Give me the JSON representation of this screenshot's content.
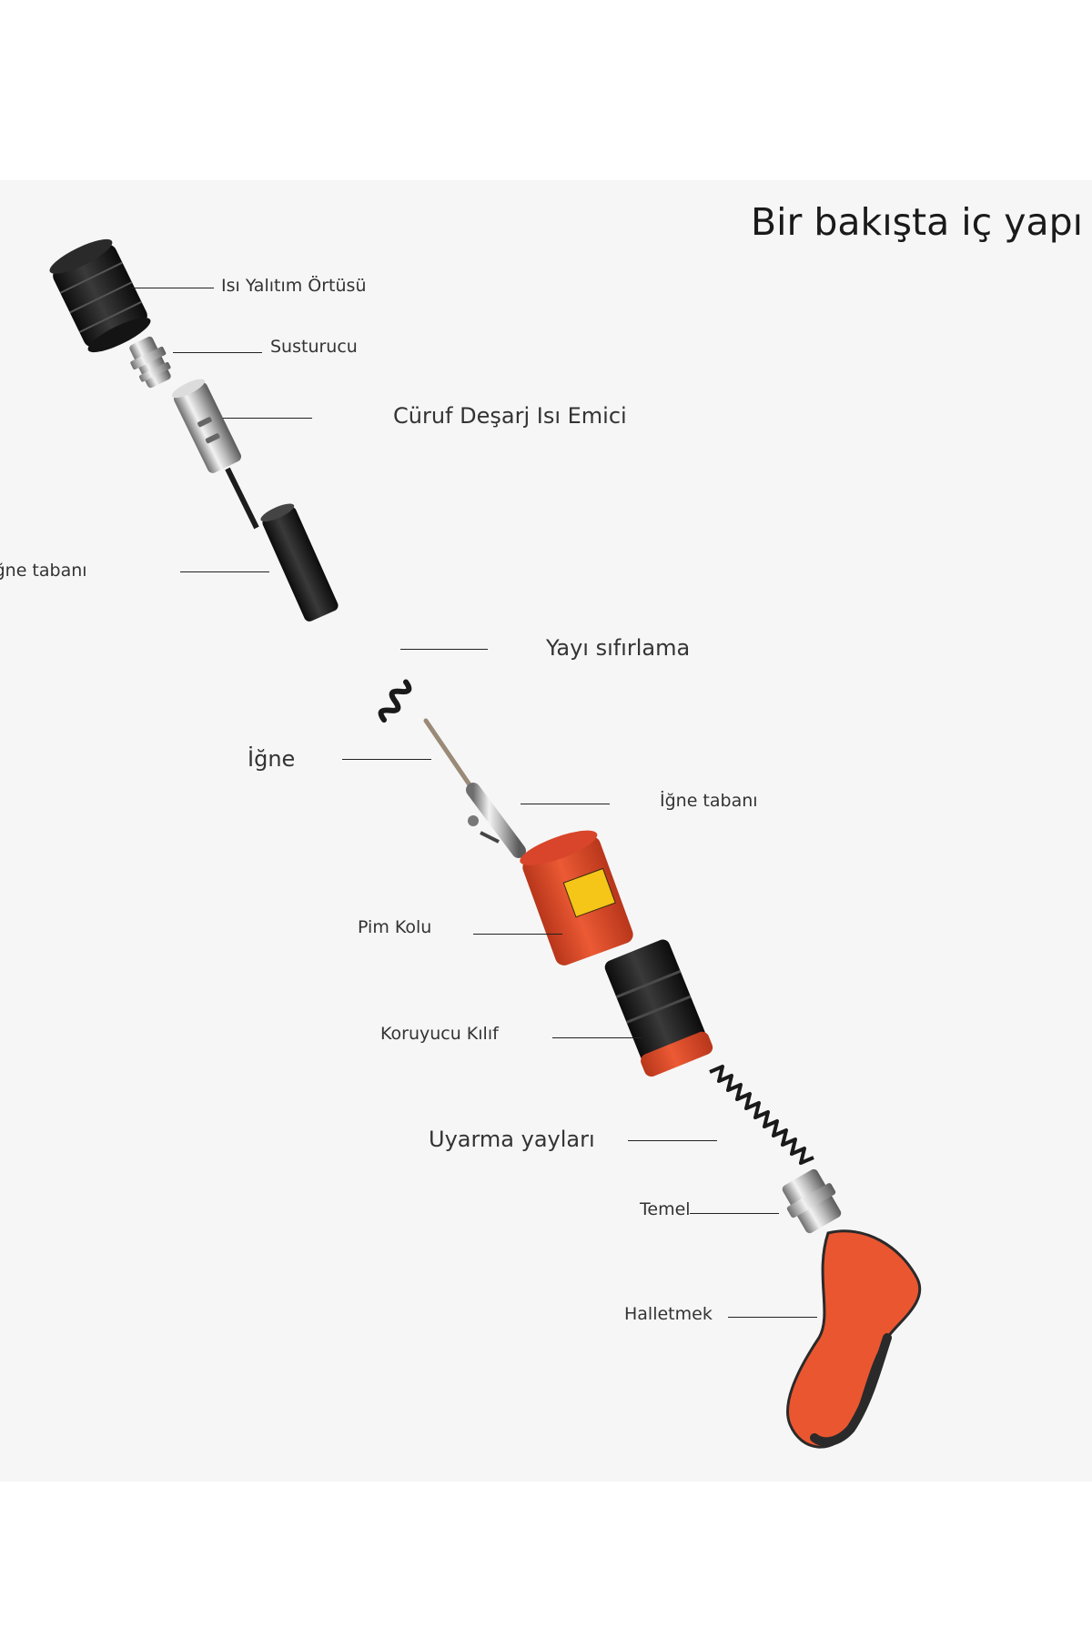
{
  "title": "Bir bakışta iç yapı",
  "labels": {
    "heat_cover": "Isı Yalıtım Örtüsü",
    "silencer": "Susturucu",
    "slag_heat_sink": "Cüruf Deşarj Isı Emici",
    "needle_base_left": "İğne tabanı",
    "reset_spring": "Yayı sıfırlama",
    "needle": "İğne",
    "needle_base_right": "İğne tabanı",
    "pin_handle": "Pim Kolu",
    "protective_sleeve": "Koruyucu Kılıf",
    "firing_springs": "Uyarma yayları",
    "base": "Temel",
    "handle": "Halletmek"
  },
  "colors": {
    "accent": "#e4502d",
    "rubber": "#1e1e1e",
    "metal": "#c8c8c8"
  }
}
